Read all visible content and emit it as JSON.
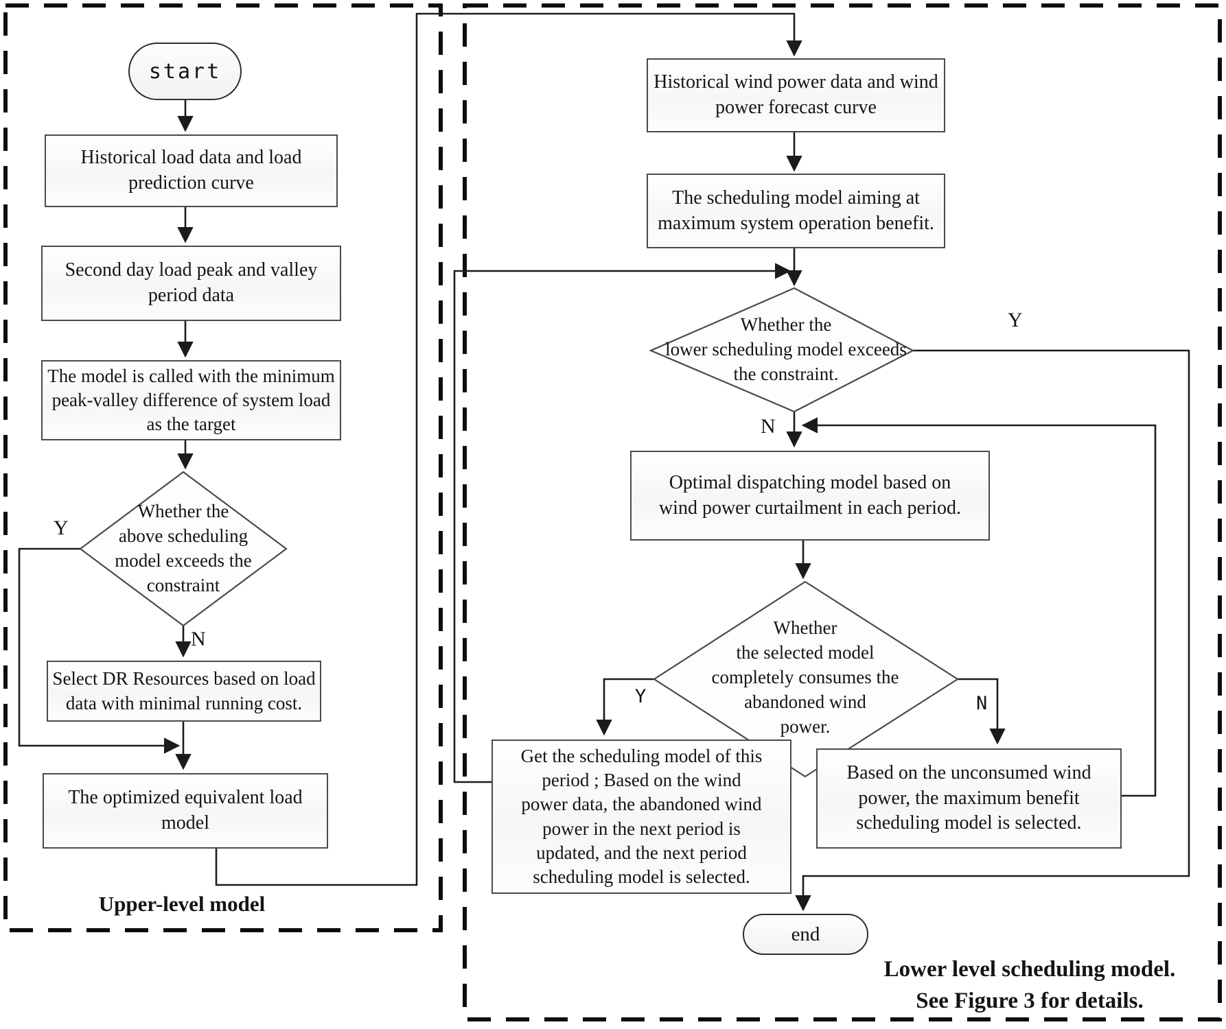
{
  "panels": {
    "upper": {
      "label": "Upper-level model"
    },
    "lower": {
      "label": "Lower level scheduling model.\nSee Figure 3 for details."
    }
  },
  "nodes": {
    "start": "start",
    "historical_load": "Historical load data and load\nprediction curve",
    "second_day": "Second day load peak and valley\nperiod data",
    "model_called": "The model is called with the minimum\npeak-valley difference of system load\nas the target",
    "upper_decision": "Whether the\nabove scheduling\nmodel exceeds the\nconstraint",
    "select_dr": "Select DR Resources based on load\ndata with minimal running cost.",
    "optimized_load": "The optimized equivalent load model",
    "historical_wind": "Historical wind power data and wind\npower forecast curve",
    "scheduling_model": "The scheduling model aiming at\nmaximum system operation benefit.",
    "lower_decision": "Whether the\nlower scheduling model exceeds\nthe constraint.",
    "optimal_dispatch": "Optimal dispatching model based on\nwind power curtailment in each period.",
    "consume_decision": "Whether\nthe selected model\ncompletely consumes the\nabandoned wind\npower.",
    "get_scheduling": "Get the scheduling model of this\nperiod ; Based on the wind\npower data, the abandoned wind\npower in the next period is\nupdated, and the next period\nscheduling model is selected.",
    "unconsumed": "Based on the unconsumed wind\npower, the maximum benefit\nscheduling model is selected.",
    "end": "end"
  },
  "branch_labels": {
    "upper_yes": "Y",
    "upper_no": "N",
    "lower_yes": "Y",
    "lower_no": "N",
    "consume_yes": "Y",
    "consume_no": "N"
  },
  "colors": {
    "line": "#1b1b1b",
    "box_border": "#4a4a4a",
    "text": "#141414"
  }
}
